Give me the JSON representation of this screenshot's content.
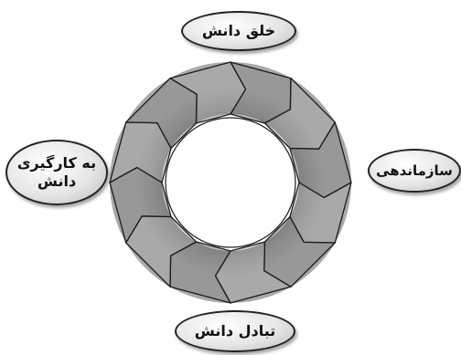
{
  "diagram": {
    "type": "cycle",
    "stages": [
      {
        "id": "create",
        "label": "خلق دانش"
      },
      {
        "id": "organize",
        "label": "سازماندهی"
      },
      {
        "id": "exchange",
        "label": "تبادل دانش"
      },
      {
        "id": "apply",
        "label": "به کارگیری\nدانش"
      }
    ],
    "ring": {
      "arrow_count": 12,
      "colors": {
        "ring_dark": "#4d4d4d",
        "ring_mid": "#8a8a8a",
        "ring_light": "#a9a9a9",
        "outline": "#1a1a1a"
      }
    }
  }
}
